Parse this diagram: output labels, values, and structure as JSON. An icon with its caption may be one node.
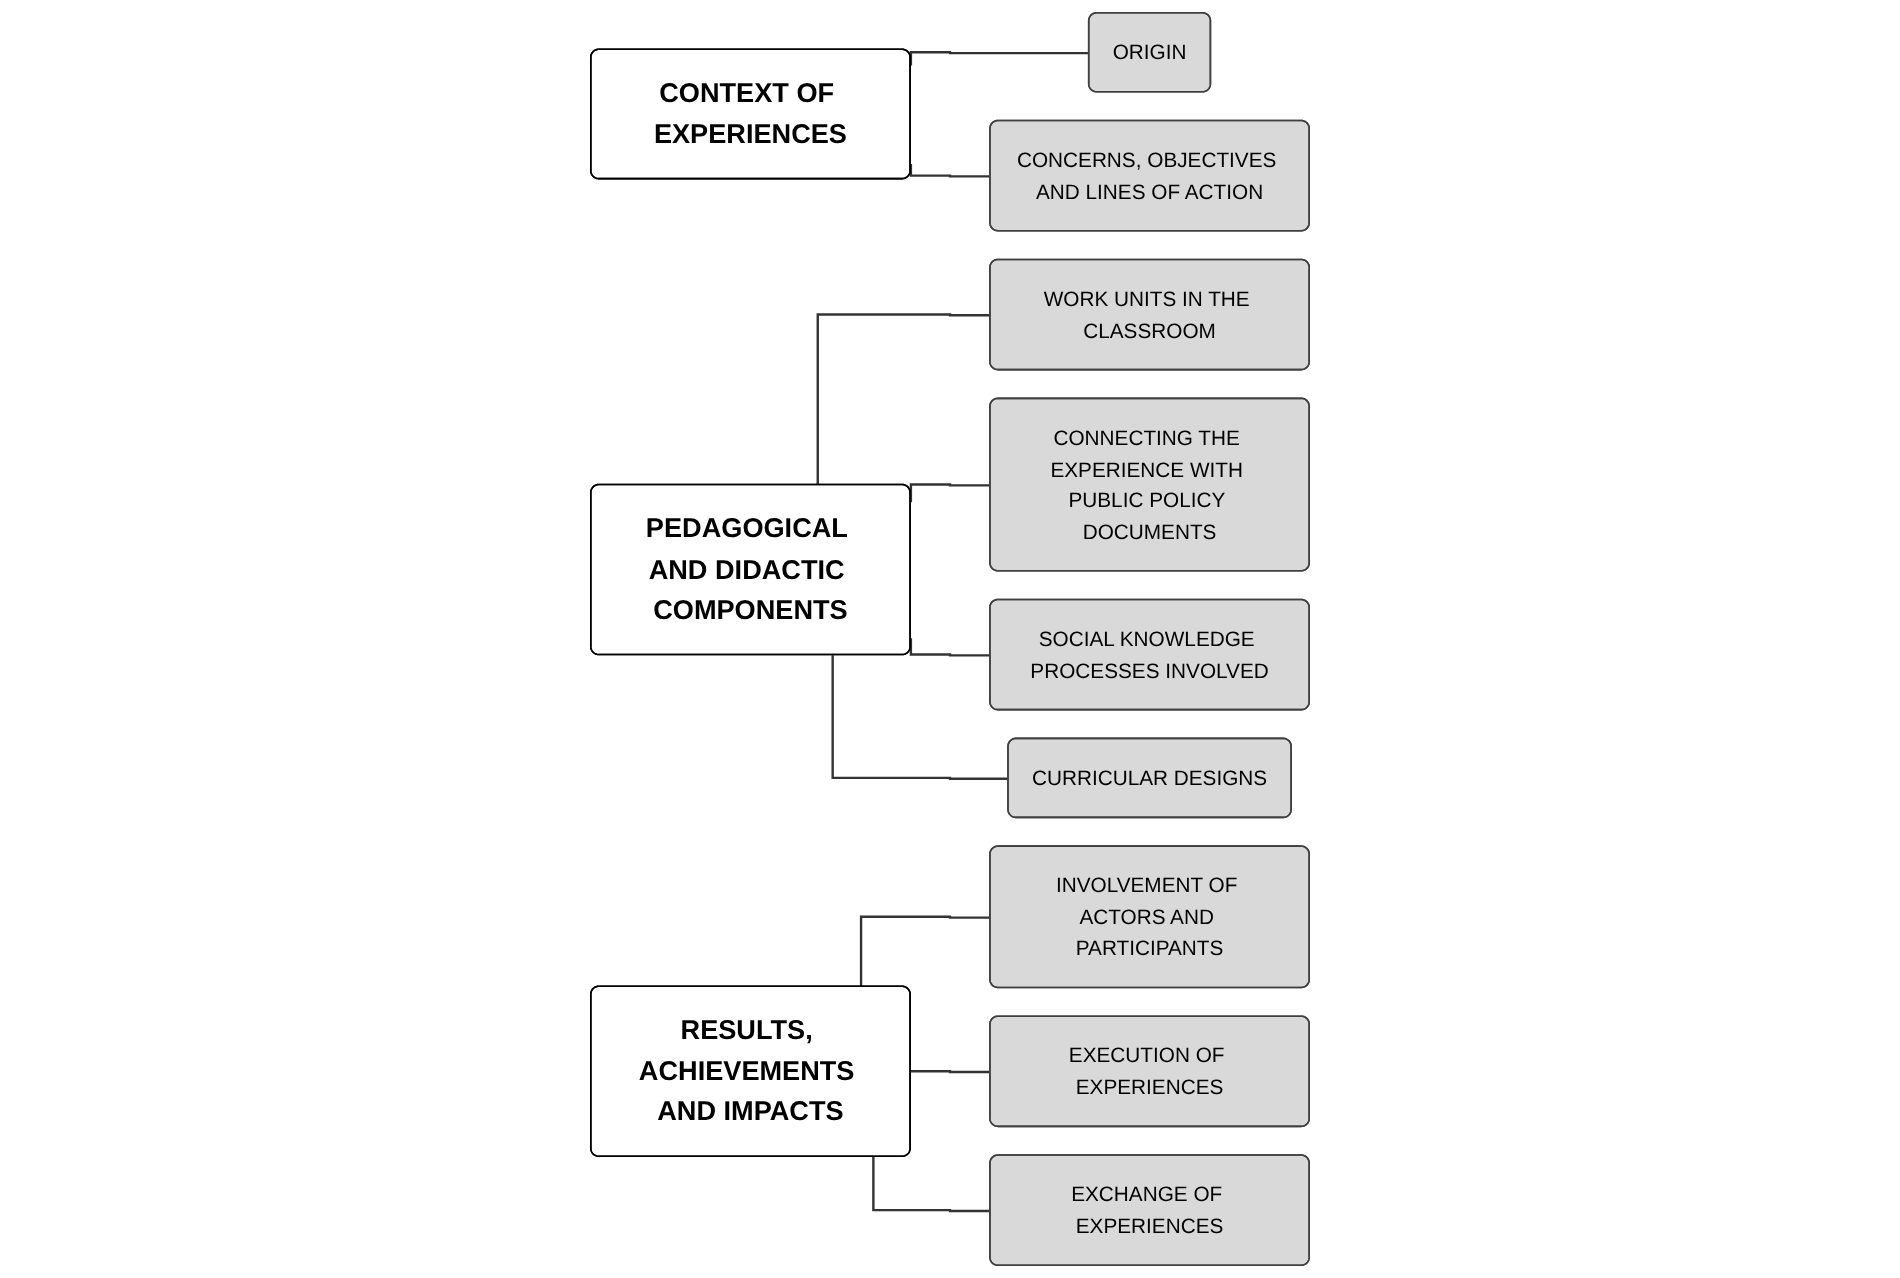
{
  "diagram": {
    "nodes": [
      {
        "text": [
          "CONTEXT OF EXPERIENCES"
        ]
      },
      {
        "text": [
          "ORIGIN"
        ]
      },
      {
        "text": [
          "CONCERNS, OBJECTIVES AND LINES OF ACTION"
        ]
      },
      {
        "text": [
          "PEDAGOGICAL AND DIDACTIC COMPONENTS"
        ]
      },
      {
        "text": [
          "WORK UNITS IN THE CLASSROOM"
        ]
      },
      {
        "text": [
          "CONNECTING THE EXPERIENCE WITH PUBLIC POLICY DOCUMENTS"
        ]
      },
      {
        "text": [
          "SOCIAL KNOWLEDGE PROCESSES INVOLVED"
        ]
      },
      {
        "text": [
          "CURRICULAR DESIGNS"
        ]
      },
      {
        "text": [
          "RESULTS, ACHIEVEMENTS AND IMPACTS"
        ]
      },
      {
        "text": [
          "INVOLVEMENT OF ACTORS AND PARTICIPANTS"
        ]
      },
      {
        "text": [
          "EXECUTION OF EXPERIENCES"
        ]
      },
      {
        "text": [
          "EXCHANGE OF EXPERIENCES"
        ]
      }
    ],
    "edges": [
      {
        "from": 0,
        "to": 1,
        "arrow": "none"
      },
      {
        "from": 0,
        "to": 2,
        "arrow": "none"
      },
      {
        "from": 3,
        "to": 4,
        "arrow": "none"
      },
      {
        "from": 3,
        "to": 5,
        "arrow": "none"
      },
      {
        "from": 3,
        "to": 6,
        "arrow": "none"
      },
      {
        "from": 3,
        "to": 7,
        "arrow": "none"
      },
      {
        "from": 8,
        "to": 9,
        "arrow": "none"
      },
      {
        "from": 8,
        "to": 10,
        "arrow": "none"
      },
      {
        "from": 8,
        "to": 11,
        "arrow": "none"
      }
    ]
  }
}
